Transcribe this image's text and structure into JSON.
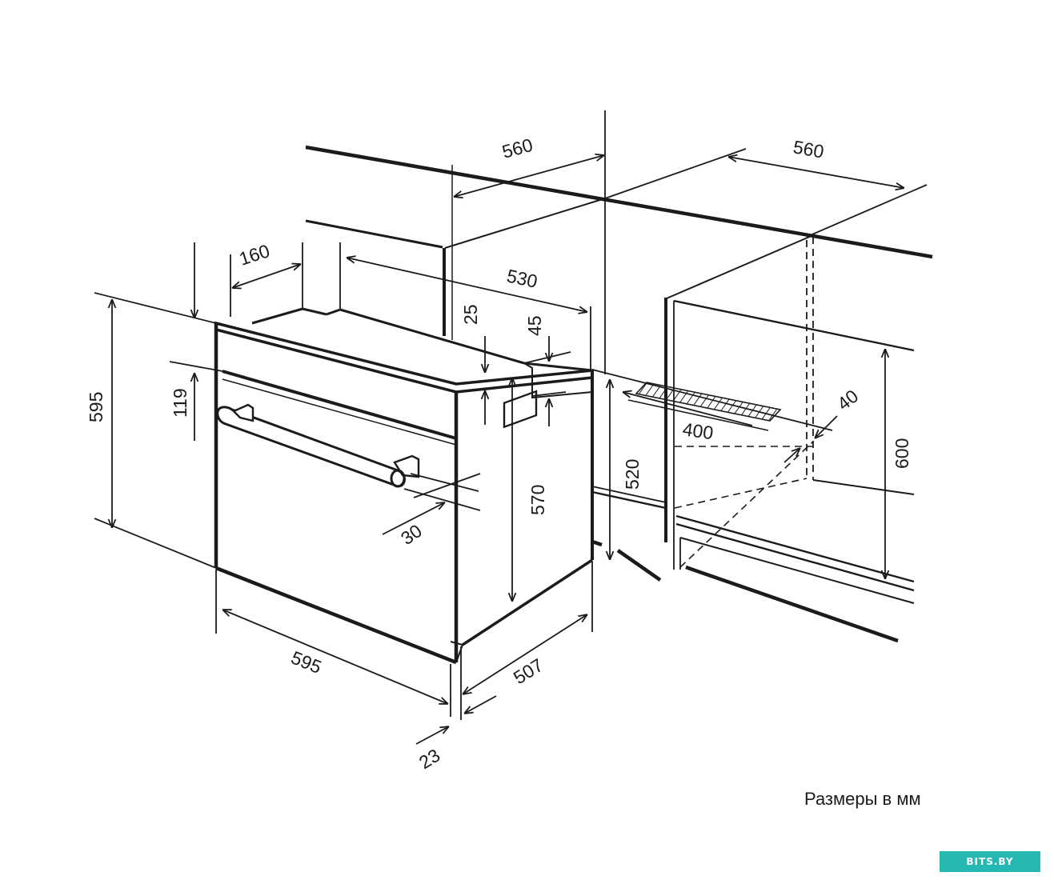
{
  "caption": "Размеры в мм",
  "watermark": "BITS.BY",
  "dimensions": {
    "niche_width": "560",
    "niche_depth": "560",
    "top_clearance_depth": "160",
    "body_depth_top": "530",
    "gap_top": "25",
    "gap_side": "45",
    "control_panel_height": "119",
    "oven_height": "595",
    "oven_width": "595",
    "handle_offset": "30",
    "body_height": "570",
    "body_depth": "507",
    "door_thickness": "23",
    "niche_floor_height": "520",
    "vent_length": "400",
    "vent_width": "40",
    "niche_height": "600"
  }
}
